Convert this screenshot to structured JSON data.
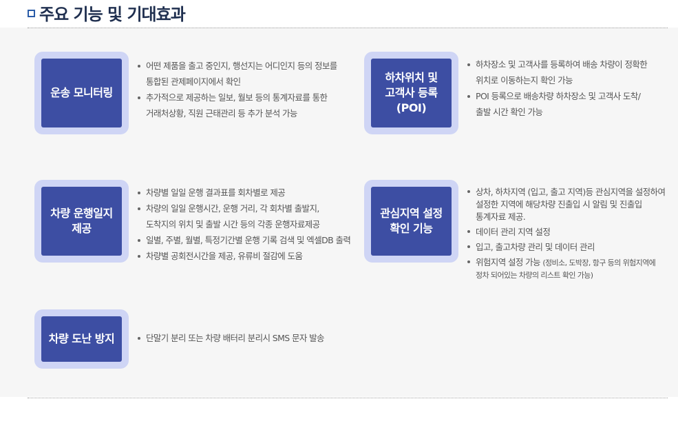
{
  "section_title": "주요 기능 및 기대효과",
  "features": [
    {
      "title_lines": [
        "운송 모니터링"
      ],
      "bullets": [
        {
          "text": "어떤 제품을 출고 중인지, 행선지는 어디인지 등의 정보를",
          "cont": "통합된 관제페이지에서 확인"
        },
        {
          "text": "추가적으로 제공하는 일보, 월보 등의 통계자료를 통한",
          "cont": "거래처상황, 직원 근태관리 등 추가 분석 가능"
        }
      ]
    },
    {
      "title_lines": [
        "하차위치 및",
        "고객사 등록",
        "(POI)"
      ],
      "bullets": [
        {
          "text": "하차장소 및 고객사를 등록하여 배송 차량이 정확한",
          "cont": "위치로 이동하는지 확인 가능"
        },
        {
          "text": "POI 등록으로 배송차량 하차장소 및 고객사 도착/",
          "cont": "출발 시간 확인 가능"
        }
      ]
    },
    {
      "title_lines": [
        "차량 운행일지",
        "제공"
      ],
      "bullets": [
        {
          "text": "차량별 일일 운행 결과표를 회차별로 제공"
        },
        {
          "text": "차량의 일일 운행시간, 운행 거리, 각 회차별 출발지,",
          "cont": "도착지의 위치 및 출발 시간 등의 각종 운행자료제공"
        },
        {
          "text": "일별, 주별, 월별, 특정기간별 운행 기록 검색 및 엑셀DB 출력"
        },
        {
          "text": "차량별 공회전시간을 제공, 유류비 절감에 도움"
        }
      ]
    },
    {
      "title_lines": [
        "관심지역 설정",
        "확인 기능"
      ],
      "bullets": [
        {
          "text": "상차, 하차지역 (입고, 출고 지역)등 관심지역을 설정하여",
          "cont": "설정한 지역에 해당차량 진출입 시 알림 및 진출입",
          "cont2": "통계자료 제공."
        },
        {
          "text": "데이터 관리 지역 설정"
        },
        {
          "text": "입고, 출고차량 관리 및 데이터 관리"
        },
        {
          "text": "위험지역 설정 가능",
          "small": "(정비소, 도박장, 항구 등의 위험지역에",
          "cont_small": "정차 되어있는 차량의 리스트 확인 가능)"
        }
      ]
    },
    {
      "title_lines": [
        "차량 도난 방지"
      ],
      "bullets": [
        {
          "text": "단말기 분리 또는 차량 배터리 분리시 SMS 문자 발송"
        }
      ]
    }
  ]
}
